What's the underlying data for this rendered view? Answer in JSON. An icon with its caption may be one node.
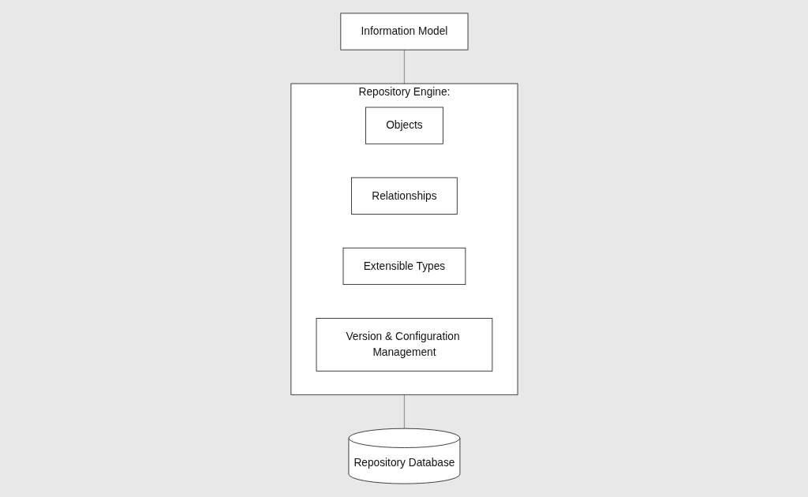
{
  "diagram": {
    "nodes": [
      {
        "text": [
          "Information Model"
        ]
      },
      {
        "text": [
          "Repository Engine:"
        ]
      },
      {
        "text": [
          "Objects"
        ],
        "in": 1
      },
      {
        "text": [
          "Relationships"
        ],
        "in": 1
      },
      {
        "text": [
          "Extensible Types"
        ],
        "in": 1
      },
      {
        "text": [
          "Version & Configuration Management"
        ],
        "in": 1
      },
      {
        "text": [
          "Repository Database"
        ]
      }
    ],
    "edges": [
      {
        "from": 0,
        "to": 1,
        "arrow": "none"
      },
      {
        "from": 1,
        "to": 6,
        "arrow": "none"
      }
    ]
  }
}
